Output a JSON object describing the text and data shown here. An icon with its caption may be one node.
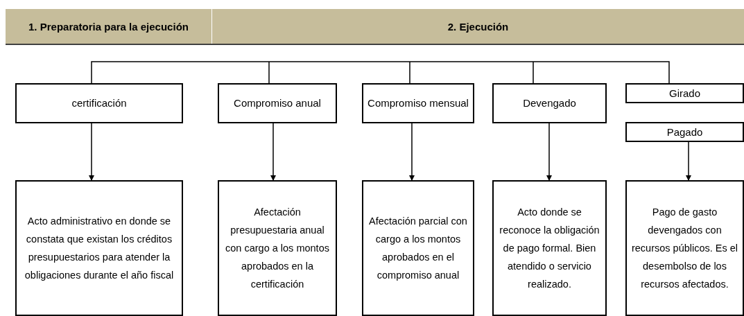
{
  "diagram": {
    "nodes": [
      {
        "text": [
          "1. Preparatoria para la ejecución"
        ]
      },
      {
        "text": [
          "2. Ejecución"
        ]
      },
      {
        "text": [
          "certificación"
        ]
      },
      {
        "text": [
          "Compromiso anual"
        ]
      },
      {
        "text": [
          "Compromiso mensual"
        ]
      },
      {
        "text": [
          "Devengado"
        ]
      },
      {
        "text": [
          "Girado"
        ]
      },
      {
        "text": [
          "Pagado"
        ]
      },
      {
        "text": [
          "Acto administrativo en donde se constata que existan los créditos presupuestarios para atender la obligaciones durante el año fiscal"
        ]
      },
      {
        "text": [
          "Afectación presupuestaria anual con cargo a los montos aprobados en la certificación"
        ]
      },
      {
        "text": [
          "Afectación parcial con cargo a los montos aprobados en el compromiso anual"
        ]
      },
      {
        "text": [
          "Acto donde se reconoce la obligación de pago formal. Bien atendido o servicio realizado."
        ]
      },
      {
        "text": [
          "Pago de gasto devengados con recursos públicos. Es el desembolso de los recursos afectados."
        ]
      }
    ],
    "edges": [
      {
        "from": 2,
        "to": 8,
        "arrow": "to"
      },
      {
        "from": 3,
        "to": 9,
        "arrow": "to"
      },
      {
        "from": 4,
        "to": 10,
        "arrow": "to"
      },
      {
        "from": 5,
        "to": 11,
        "arrow": "to"
      },
      {
        "from": 7,
        "to": 12,
        "arrow": "to"
      }
    ]
  }
}
